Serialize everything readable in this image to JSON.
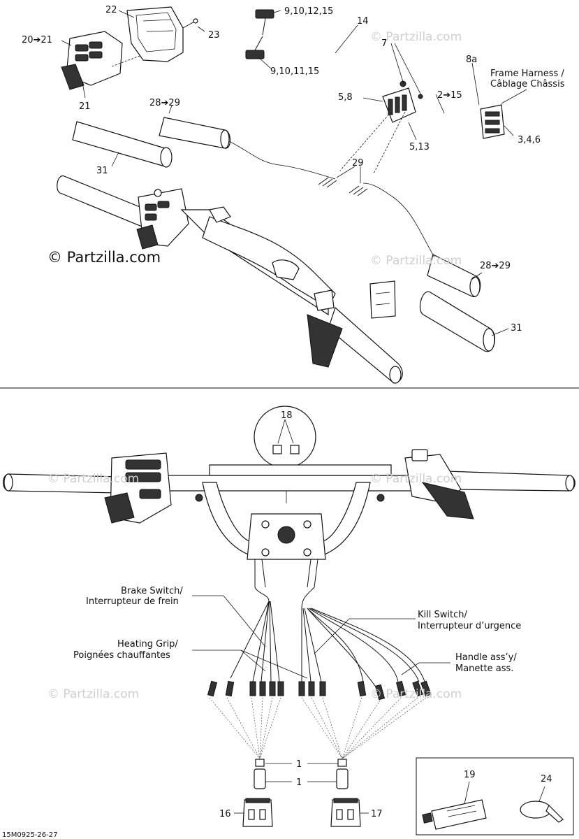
{
  "watermark": "© Partzilla.com",
  "top_section": {
    "callouts": {
      "c22": "22",
      "c20_21": "20➔21",
      "c21": "21",
      "c23": "23",
      "c9_10_12_15": "9,10,12,15",
      "c9_10_11_15": "9,10,11,15",
      "c14": "14",
      "c7": "7",
      "c8a": "8a",
      "c5_8": "5,8",
      "c2_15": "2➔15",
      "c5_13": "5,13",
      "c3_4_6": "3,4,6",
      "c28_29_top": "28➔29",
      "c29": "29",
      "c31_top": "31",
      "c28_29_right": "28➔29",
      "c31_right": "31"
    },
    "frame_harness_en": "Frame Harness /",
    "frame_harness_fr": "Câblage Châssis"
  },
  "bottom_section": {
    "callouts": {
      "c18": "18",
      "c1_upper": "1",
      "c1_lower": "1",
      "c16": "16",
      "c17": "17",
      "c19": "19",
      "c24": "24"
    },
    "brake_switch_en": "Brake Switch/",
    "brake_switch_fr": "Interrupteur de frein",
    "heating_grip_en": "Heating Grip/",
    "heating_grip_fr": "Poignées chauffantes",
    "kill_switch_en": "Kill Switch/",
    "kill_switch_fr": "Interrupteur d’urgence",
    "handle_en": "Handle ass’y/",
    "handle_fr": "Manette ass."
  },
  "figure_code": "15M0925-26-27"
}
